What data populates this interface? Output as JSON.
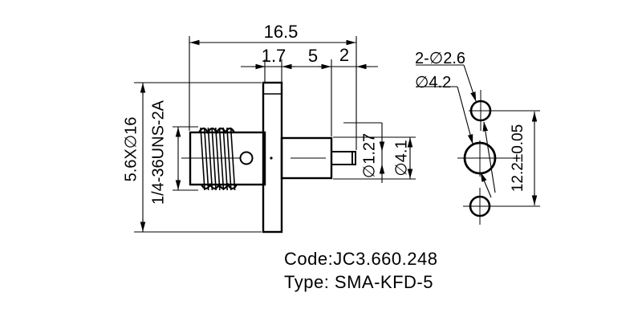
{
  "drawing": {
    "background": "#ffffff",
    "line_color": "#000000",
    "labels": {
      "top": {
        "overall": "16.5",
        "flange": "1.7",
        "mid": "5",
        "tip": "2"
      },
      "left": {
        "flange_face": "5.6X∅16",
        "thread": "1/4-36UNS-2A"
      },
      "pin_area": {
        "pin": "∅1.27",
        "insulator": "∅4.1"
      },
      "face_view": {
        "mount_holes": "2-∅2.6",
        "center_hole": "∅4.2",
        "pitch": "12.2±0.05"
      },
      "footer": {
        "code": "Code:JC3.660.248",
        "type": "Type: SMA-KFD-5"
      }
    }
  }
}
